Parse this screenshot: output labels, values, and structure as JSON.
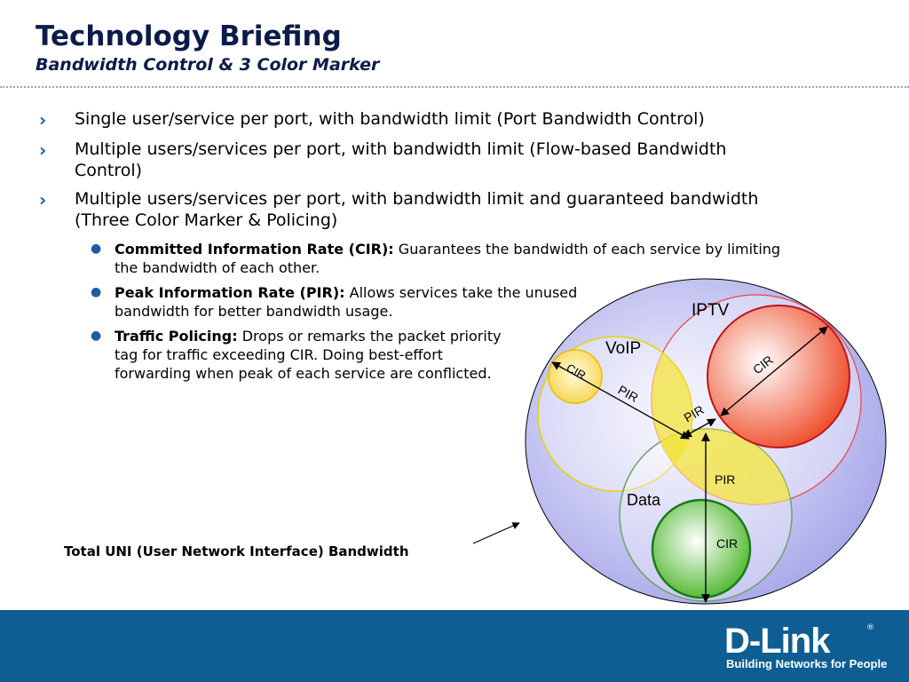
{
  "header": {
    "title": "Technology Briefing",
    "subtitle": "Bandwidth Control & 3 Color Marker"
  },
  "bullets": [
    {
      "text": "Single user/service per port, with bandwidth limit (Port Bandwidth Control)"
    },
    {
      "text": "Multiple users/services per port, with bandwidth limit (Flow-based Bandwidth Control)"
    },
    {
      "text": "Multiple users/services per port, with bandwidth limit and guaranteed bandwidth (Three Color Marker & Policing)"
    }
  ],
  "sub_bullets": [
    {
      "term": "Committed Information Rate (CIR):",
      "desc": " Guarantees the bandwidth of each service by limiting the bandwidth of each other."
    },
    {
      "term": "Peak Information Rate (PIR):",
      "desc": " Allows services take the unused bandwidth for better bandwidth usage."
    },
    {
      "term": "Traffic Policing:",
      "desc": " Drops or remarks the packet priority tag for traffic exceeding CIR. Doing best-effort forwarding when peak of each service are conflicted."
    }
  ],
  "diagram": {
    "iptv_label": "IPTV",
    "voip_label": "VoIP",
    "data_label": "Data",
    "cir_label": "CIR",
    "pir_label": "PIR",
    "uni_label": "Total UNI (User Network Interface) Bandwidth"
  },
  "logo": {
    "name": "D-Link",
    "registered": "®",
    "tagline": "Building Networks for People"
  },
  "colors": {
    "title": "#0b1c4a",
    "accent": "#1a5ca6",
    "footer": "#0e5e93",
    "uni_circle": "#b8b8ee",
    "voip_circle": "#f2e23a",
    "iptv_cir": "#e8452a",
    "data_cir": "#4cb62a"
  }
}
